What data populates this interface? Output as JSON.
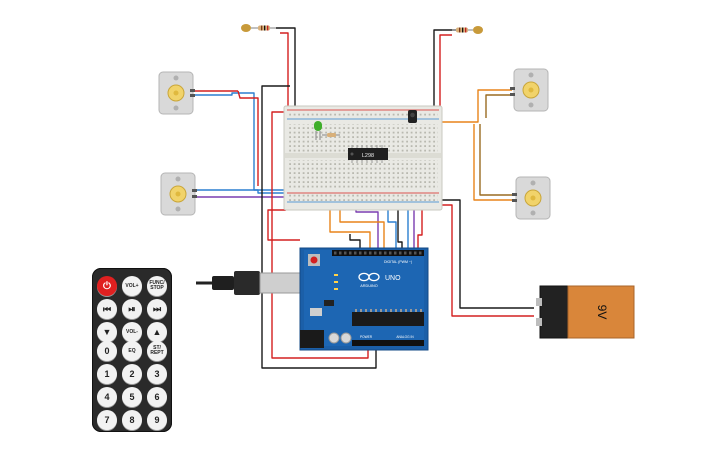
{
  "colors": {
    "background": "#ffffff",
    "board_blue": "#1b5fa8",
    "breadboard": "#e9e9e4",
    "wire_red": "#d42020",
    "wire_black": "#1a1a1a",
    "wire_orange": "#e8841a",
    "wire_brown": "#9a6b22",
    "wire_purple": "#7a3db0",
    "wire_blue": "#2c7fd0",
    "led_green": "#3fae2a",
    "battery_top": "#222222",
    "battery_body": "#d9863a"
  },
  "components": {
    "motors": [
      "motor-top-left",
      "motor-bottom-left",
      "motor-top-right",
      "motor-bottom-right"
    ],
    "driver_chip": {
      "label": "L298",
      "icon": "ic-chip-icon"
    },
    "arduino": {
      "brand": "ARDUINO",
      "model": "UNO",
      "digital_label": "DIGITAL (PWM ~)",
      "power_label": "POWER",
      "analog_label": "ANALOG IN"
    },
    "battery": {
      "label": "9V",
      "icon": "battery-icon"
    }
  },
  "remote": {
    "buttons": [
      {
        "name": "power",
        "label": "⏻"
      },
      {
        "name": "vol-up",
        "label": "VOL+"
      },
      {
        "name": "func-stop",
        "label": "FUNC/ STOP"
      },
      {
        "name": "rewind",
        "label": "⏮"
      },
      {
        "name": "play-pause",
        "label": "⏯"
      },
      {
        "name": "fast-forward",
        "label": "⏭"
      },
      {
        "name": "down",
        "label": "▼"
      },
      {
        "name": "vol-down",
        "label": "VOL-"
      },
      {
        "name": "up",
        "label": "▲"
      },
      {
        "name": "zero",
        "label": "0"
      },
      {
        "name": "eq",
        "label": "EQ"
      },
      {
        "name": "st-rept",
        "label": "ST/ REPT"
      },
      {
        "name": "one",
        "label": "1"
      },
      {
        "name": "two",
        "label": "2"
      },
      {
        "name": "three",
        "label": "3"
      },
      {
        "name": "four",
        "label": "4"
      },
      {
        "name": "five",
        "label": "5"
      },
      {
        "name": "six",
        "label": "6"
      },
      {
        "name": "seven",
        "label": "7"
      },
      {
        "name": "eight",
        "label": "8"
      },
      {
        "name": "nine",
        "label": "9"
      }
    ]
  }
}
